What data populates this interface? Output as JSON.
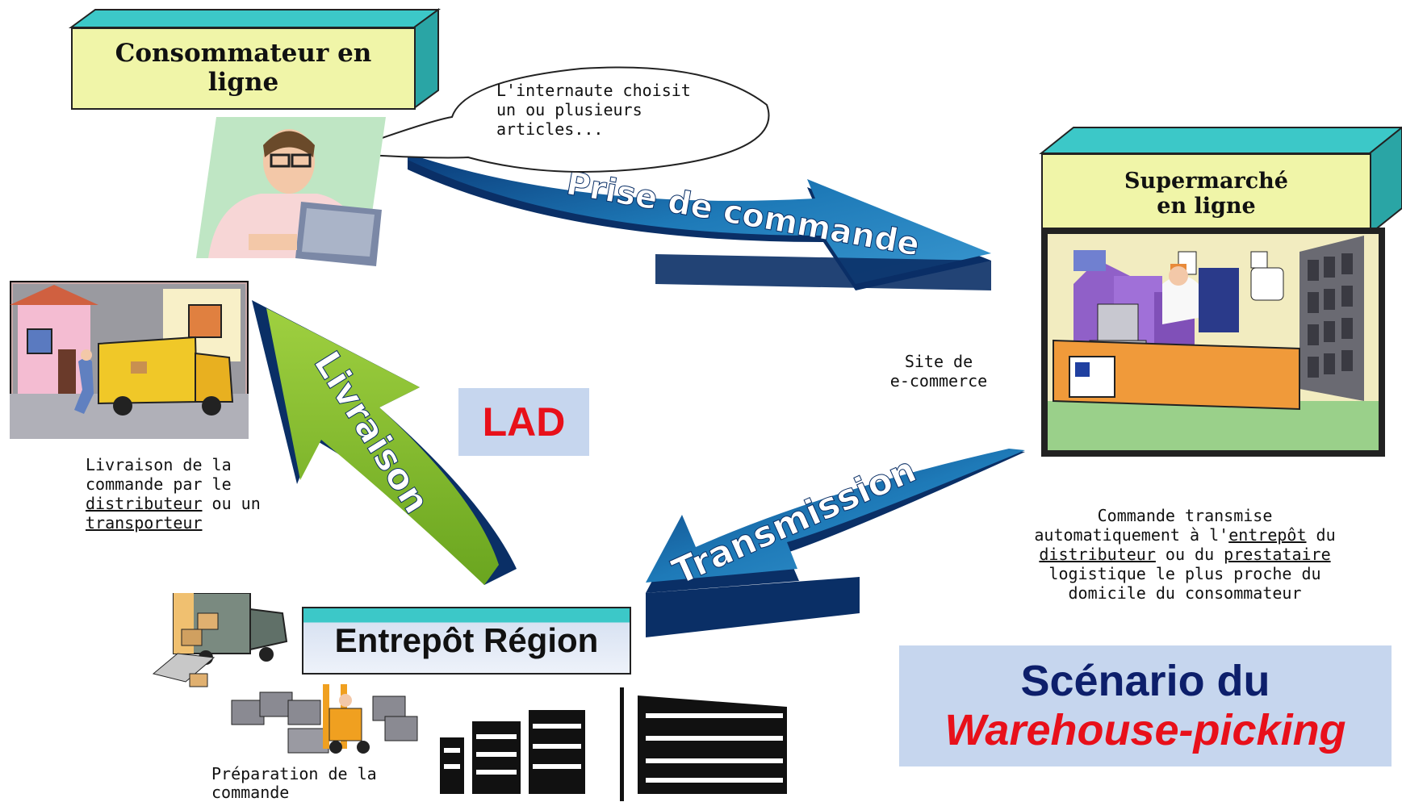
{
  "nodes": {
    "consumer": "Consommateur en ligne",
    "supermarket": "Supermarché en ligne",
    "warehouse": "Entrepôt Région"
  },
  "arrows": {
    "order": "Prise de commande",
    "transmission": "Transmission",
    "delivery": "Livraison"
  },
  "notes": {
    "speech": [
      "L'internaute choisit",
      "un ou plusieurs",
      "articles..."
    ],
    "site": [
      "Site de",
      "e-commerce"
    ],
    "delivery_note": {
      "line1": "Livraison de la",
      "line2": "commande par le",
      "distributor": "distributeur",
      "or_a": " ou un",
      "carrier": "transporteur"
    },
    "transmit_note": {
      "line1": "Commande transmise",
      "line2_pre": "automatiquement à l'",
      "warehouse": "entrepôt",
      "line2_post": " du",
      "distributor": "distributeur",
      "or_the": " ou du ",
      "provider": "prestataire",
      "line4": "logistique le plus proche du",
      "line5": "domicile du consommateur"
    },
    "prep": [
      "Préparation de la",
      "commande"
    ]
  },
  "lad": "LAD",
  "scenario": {
    "line1": "Scénario du",
    "line2": "Warehouse-picking"
  },
  "colors": {
    "arrow_blue": "#1e7ab8",
    "arrow_green": "#7fb52d",
    "box_yellow": "#f0f5a8",
    "box_teal": "#3cc8c8",
    "title_navy": "#0d1f6b",
    "accent_red": "#e8101a",
    "panel_blue": "#c6d6ee"
  }
}
